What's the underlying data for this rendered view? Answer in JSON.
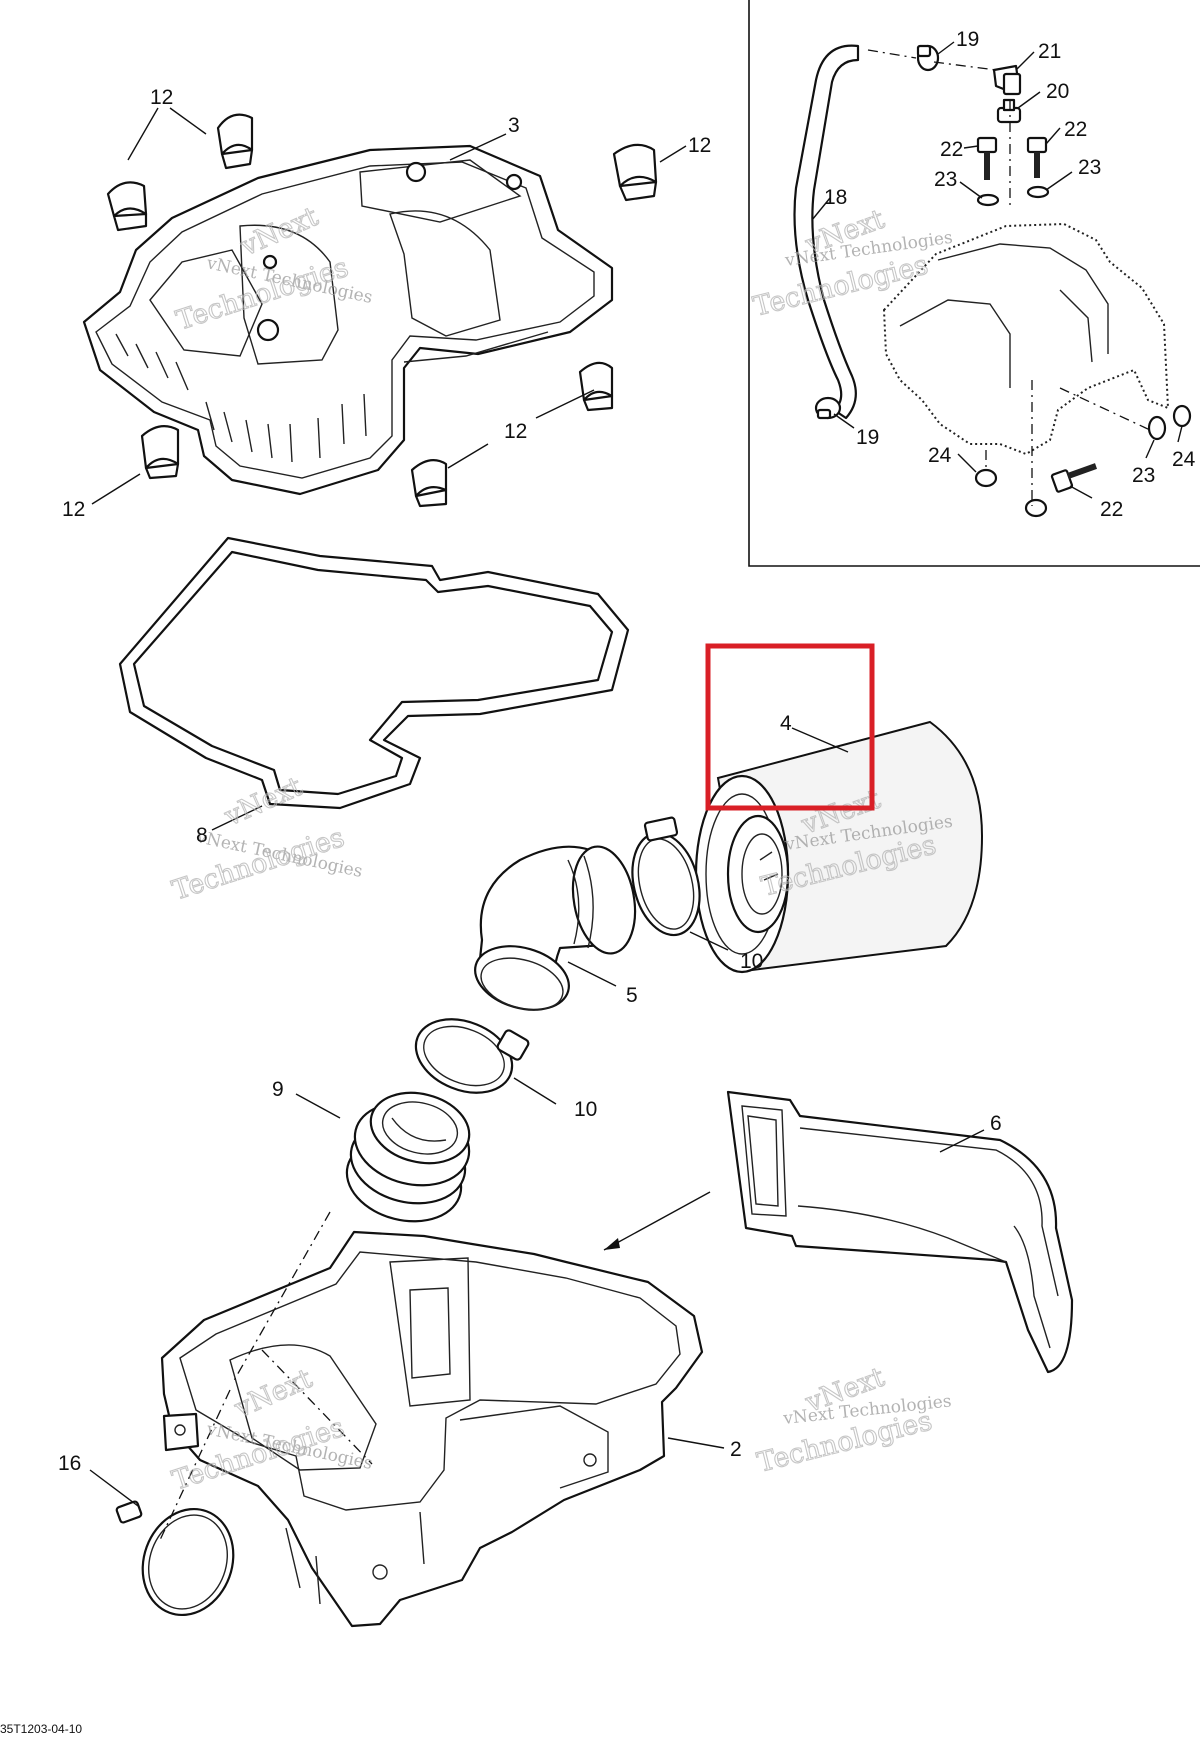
{
  "diagram": {
    "reference_code": "35T1203-04-10",
    "highlight_color": "#d91f26",
    "watermark": {
      "line1": "vNext Technologies",
      "line2": "vNext",
      "line3": "Technologies"
    },
    "callouts": {
      "c12a": "12",
      "c12b": "12",
      "c12c": "12",
      "c12d": "12",
      "c12e": "12",
      "c3": "3",
      "c8": "8",
      "c4": "4",
      "c10a": "10",
      "c5": "5",
      "c10b": "10",
      "c9": "9",
      "c6": "6",
      "c2": "2",
      "c16": "16",
      "c19a": "19",
      "c21": "21",
      "c20": "20",
      "c22a": "22",
      "c22b": "22",
      "c23a": "23",
      "c23b": "23",
      "c18": "18",
      "c19b": "19",
      "c24a": "24",
      "c23c": "23",
      "c24b": "24",
      "c22c": "22"
    }
  }
}
